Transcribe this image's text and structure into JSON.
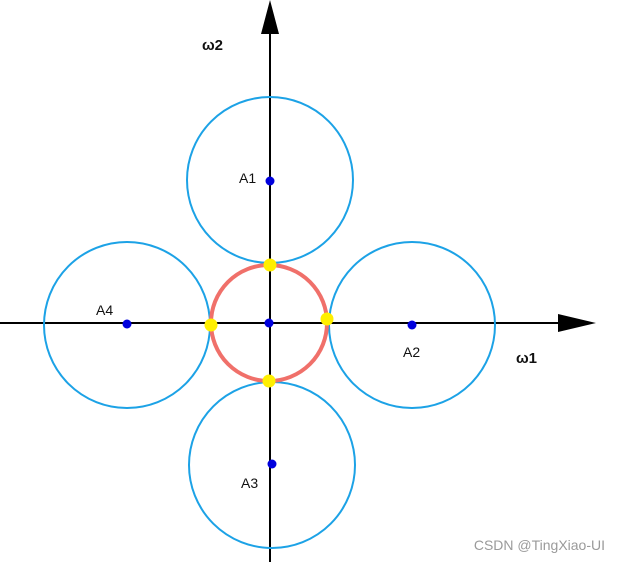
{
  "axes": {
    "x_label": "ω1",
    "y_label": "ω2"
  },
  "points": {
    "a1": "A1",
    "a2": "A2",
    "a3": "A3",
    "a4": "A4"
  },
  "colors": {
    "axis": "#000000",
    "outer_circle": "#1ca2e6",
    "center_circle": "#f0706a",
    "point_fill": "#0000dd",
    "tangent_fill": "#ffef00"
  },
  "watermark": "CSDN @TingXiao-UI"
}
